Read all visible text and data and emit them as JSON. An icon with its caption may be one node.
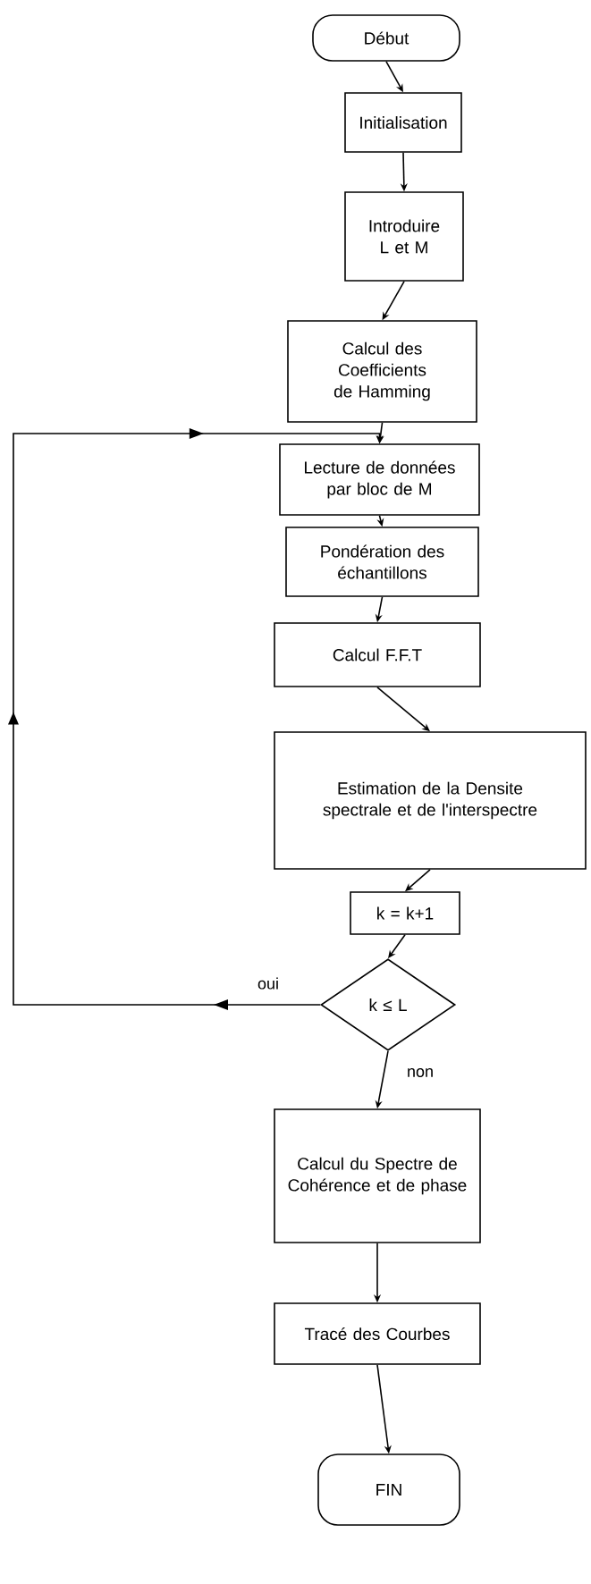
{
  "diagram": {
    "nodes": [
      {
        "text": [
          "Début"
        ]
      },
      {
        "text": [
          "Initialisation"
        ]
      },
      {
        "text": [
          "Introduire L et M"
        ]
      },
      {
        "text": [
          "Calcul des Coefficients de Hamming"
        ]
      },
      {
        "text": [
          "Lecture de données par bloc de M"
        ]
      },
      {
        "text": [
          "Pondération des échantillons"
        ]
      },
      {
        "text": [
          "Calcul F.F.T"
        ]
      },
      {
        "text": [
          "Estimation de la Densite spectrale et de l'interspectre"
        ]
      },
      {
        "text": [
          "k = k+1"
        ]
      },
      {
        "text": [
          "k ≤ L"
        ]
      },
      {
        "text": [
          "Calcul du Spectre de Cohérence et de phase"
        ]
      },
      {
        "text": [
          "Tracé des Courbes"
        ]
      },
      {
        "text": [
          "FIN"
        ]
      }
    ],
    "edges": [
      {
        "from": 0,
        "to": 1,
        "arrow": "to"
      },
      {
        "from": 1,
        "to": 2,
        "arrow": "to"
      },
      {
        "from": 2,
        "to": 3,
        "arrow": "to"
      },
      {
        "from": 3,
        "to": 4,
        "arrow": "to"
      },
      {
        "from": 4,
        "to": 5,
        "arrow": "to"
      },
      {
        "from": 5,
        "to": 6,
        "arrow": "to"
      },
      {
        "from": 6,
        "to": 7,
        "arrow": "to"
      },
      {
        "from": 7,
        "to": 8,
        "arrow": "to"
      },
      {
        "from": 8,
        "to": 9,
        "arrow": "to"
      },
      {
        "from": 9,
        "to": 10,
        "label": "non",
        "arrow": "to"
      },
      {
        "from": 10,
        "to": 11,
        "arrow": "to"
      },
      {
        "from": 11,
        "to": 12,
        "arrow": "to"
      },
      {
        "from": 9,
        "to": 4,
        "label": "oui",
        "arrow": "to"
      }
    ]
  }
}
